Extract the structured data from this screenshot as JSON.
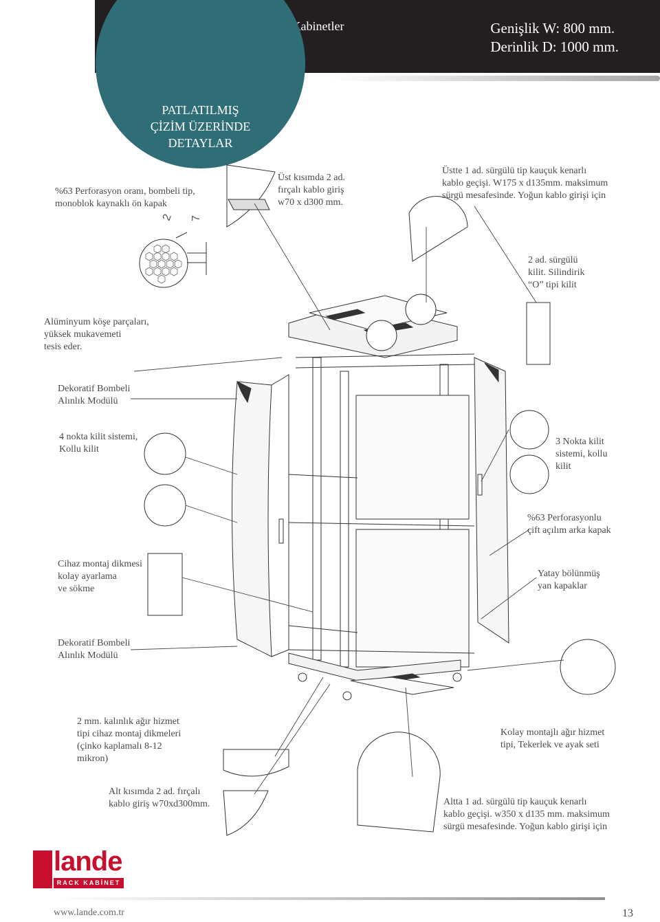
{
  "header": {
    "title": "19” DYNAmax Dikili Tip Server Kabinetler",
    "width_spec": "Genişlik W: 800 mm.",
    "depth_spec": "Derinlik  D: 1000 mm."
  },
  "badge": {
    "line1": "PATLATILMIŞ",
    "line2": "ÇİZİM ÜZERİNDE",
    "line3": "DETAYLAR"
  },
  "dimension_marks": {
    "a": "2",
    "b": "7"
  },
  "labels": {
    "front_door": [
      "%63 Perforasyon oranı, bombeli tip,",
      "monoblok kaynaklı ön kapak"
    ],
    "top_brush": [
      "Üst kısımda 2 ad.",
      "fırçalı kablo giriş",
      "w70 x d300 mm."
    ],
    "top_slide": [
      "Üstte 1 ad. sürgülü tip kauçuk kenarlı",
      "kablo geçişi. W175 x d135mm. maksimum",
      "sürgü mesafesinde. Yoğun kablo girişi için"
    ],
    "slide_lock": [
      "2 ad. sürgülü",
      "kilit. Silindirik",
      "“O” tipi kilit"
    ],
    "corner": [
      "Alüminyum köşe parçaları,",
      "yüksek mukavemeti",
      "tesis eder."
    ],
    "deco_top": [
      "Dekoratif Bombeli",
      "Alınlık Modülü"
    ],
    "four_point": [
      "4 nokta kilit sistemi,",
      "Kollu kilit"
    ],
    "three_point": [
      "3 Nokta kilit",
      "sistemi, kollu",
      "kilit"
    ],
    "rear_door": [
      "%63 Perforasyonlu",
      "çift açılım arka kapak"
    ],
    "mount_post": [
      "Cihaz montaj dikmesi",
      "kolay ayarlama",
      "ve sökme"
    ],
    "side_panels": [
      "Yatay bölünmüş",
      "yan kapaklar"
    ],
    "deco_bottom": [
      "Dekoratif Bombeli",
      "Alınlık Modülü"
    ],
    "heavy_post": [
      "2 mm. kalınlık ağır hizmet",
      "tipi cihaz montaj dikmeleri",
      "(çinko kaplamalı 8-12",
      "mikron)"
    ],
    "wheels": [
      "Kolay montajlı ağır hizmet",
      "tipi, Tekerlek ve ayak seti"
    ],
    "bottom_brush": [
      "Alt kısımda 2 ad. fırçalı",
      "kablo giriş w70xd300mm."
    ],
    "bottom_slide": [
      "Altta 1 ad. sürgülü tip kauçuk kenarlı",
      "kablo geçişi. w350 x d135 mm. maksimum",
      "sürgü mesafesinde. Yoğun kablo girişi için"
    ]
  },
  "logo": {
    "word": "lande",
    "sub": "RACK KABİNET",
    "color": "#c8102e"
  },
  "footer": {
    "url": "www.lande.com.tr",
    "page": "13"
  },
  "colors": {
    "header_bg": "#231f20",
    "badge_bg": "#2f6e76"
  }
}
